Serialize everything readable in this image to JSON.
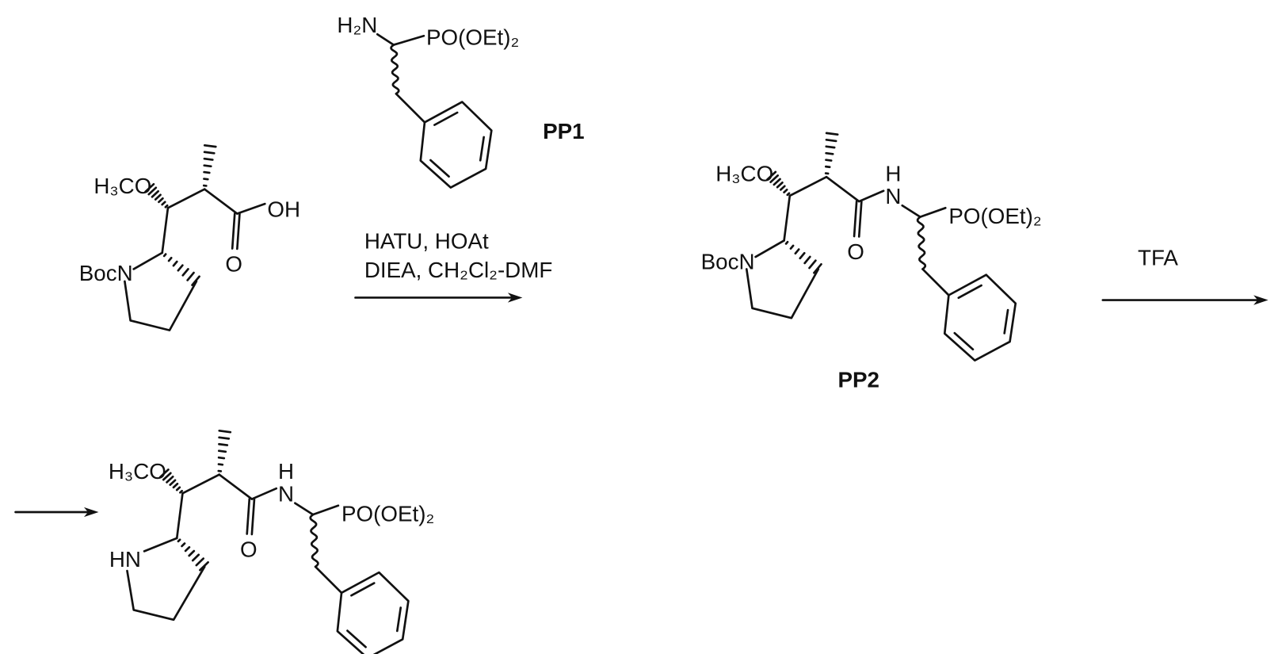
{
  "starting_acid": {
    "methoxy_label": "H₃CO",
    "acid_label": "OH",
    "carbonyl_o_label": "O",
    "amine_label": "BocN"
  },
  "pp1": {
    "amine_label": "H₂N",
    "phosphonate_label": "PO(OEt)₂",
    "name": "PP1"
  },
  "step1": {
    "reagents_line1": "HATU, HOAt",
    "reagents_line2": "DIEA, CH₂Cl₂-DMF"
  },
  "pp2": {
    "methoxy_label": "H₃CO",
    "amine_label": "BocN",
    "carbonyl_o_label": "O",
    "amide_n_label": "N",
    "amide_h_label": "H",
    "phosphonate_label": "PO(OEt)₂",
    "name": "PP2"
  },
  "step2": {
    "reagent": "TFA"
  },
  "product": {
    "methoxy_label": "H₃CO",
    "amine_label": "HN",
    "carbonyl_o_label": "O",
    "amide_n_label": "N",
    "amide_h_label": "H",
    "phosphonate_label": "PO(OEt)₂"
  }
}
